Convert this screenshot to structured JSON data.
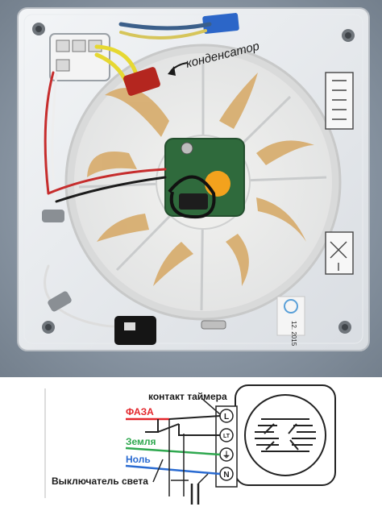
{
  "photo": {
    "annotation": "конденсатор",
    "sticker_date": "12. 2015"
  },
  "diagram": {
    "timer_contact": "контакт таймера",
    "phase": "ФАЗА",
    "ground": "Земля",
    "neutral": "Ноль",
    "light_switch": "Выключатель света",
    "terminals": [
      "L",
      "LT",
      "⏚",
      "N"
    ],
    "colors": {
      "phase": "#e3262b",
      "ground": "#2fa84f",
      "neutral": "#2a6bd1",
      "text": "#1a1a1a"
    }
  }
}
